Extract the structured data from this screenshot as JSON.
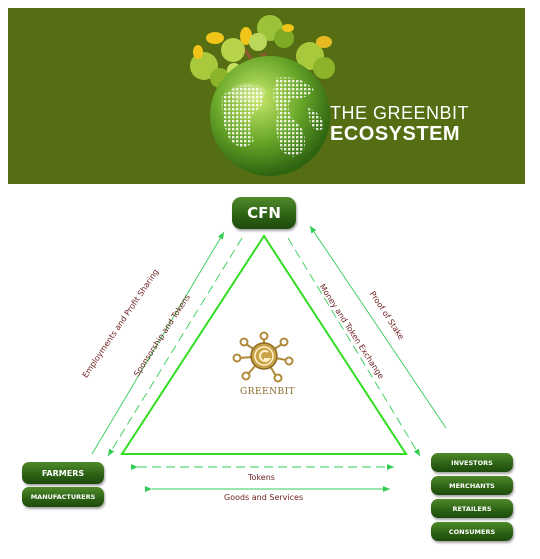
{
  "banner": {
    "title_line1": "THE GREENBIT",
    "title_line2": "ECOSYSTEM",
    "background_color": "#556e14"
  },
  "nodes": {
    "cfn": "CFN",
    "left": [
      "FARMERS",
      "MANUFACTURERS"
    ],
    "right": [
      "INVESTORS",
      "MERCHANTS",
      "RETAILERS",
      "CONSUMERS"
    ]
  },
  "flows": {
    "left_outer": "Employments and Profit Sharing",
    "left_inner": "Sponsorship and Tokens",
    "right_inner": "Money and Token Exchange",
    "right_outer": "Proof of Stake",
    "bottom_top": "Tokens",
    "bottom_bottom": "Goods and Services"
  },
  "center_logo": {
    "label": "GREENBIT",
    "icon": "greenbit-coin-icon"
  },
  "colors": {
    "node_green": "#2e6416",
    "triangle_green": "#33dd22",
    "label_color": "#6b1e1e"
  }
}
